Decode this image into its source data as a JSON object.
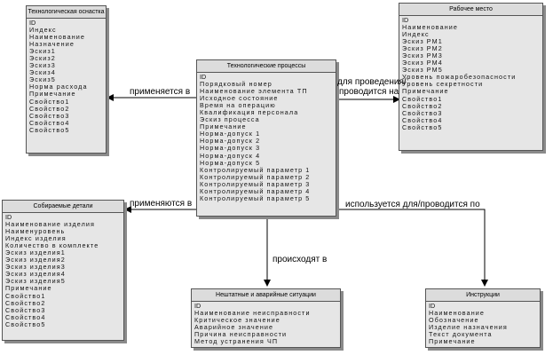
{
  "entities": {
    "tech_osnastka": {
      "title": "Технологическая оснастка",
      "rows": [
        "ID",
        "Индекс",
        "Наименование",
        "Назначение",
        "Эскиз1",
        "Эскиз2",
        "Эскиз3",
        "Эскиз4",
        "Эскиз5",
        "Норма расхода",
        "Примечание",
        "Свойство1",
        "Свойство2",
        "Свойство3",
        "Свойство4",
        "Свойство5"
      ]
    },
    "rabochee_mesto": {
      "title": "Рабочее место",
      "rows": [
        "ID",
        "Наименование",
        "Индекс",
        "Эскиз РМ1",
        "Эскиз РМ2",
        "Эскиз РМ3",
        "Эскиз РМ4",
        "Эскиз РМ5",
        "Уровень пожаробезопасности",
        "Уровень секретности",
        "Примечание",
        "Свойство1",
        "Свойство2",
        "Свойство3",
        "Свойство4",
        "Свойство5"
      ]
    },
    "tech_processy": {
      "title": "Технологические процессы",
      "rows": [
        "ID",
        "Порядковый номер",
        "Наименование элемента ТП",
        "Исходное состояние",
        "Время на операцию",
        "Квалификация персонала",
        "Эскиз процесса",
        "Примечание",
        "Норма-допуск 1",
        "Норма-допуск 2",
        "Норма-допуск 3",
        "Норма-допуск 4",
        "Норма-допуск 5",
        "Контролируемый параметр 1",
        "Контролируемый параметр 2",
        "Контролируемый параметр 3",
        "Контролируемый параметр 4",
        "Контролируемый параметр 5"
      ]
    },
    "sobiraemye_detali": {
      "title": "Собираемые детали",
      "rows": [
        "ID",
        "Наименование изделия",
        "Наименуровень",
        "Индекс изделия",
        "Количество в комплекте",
        "Эскиз изделия1",
        "Эскиз изделия2",
        "Эскиз изделия3",
        "Эскиз изделия4",
        "Эскиз изделия5",
        "Примечание",
        "Свойство1",
        "Свойство2",
        "Свойство3",
        "Свойство4",
        "Свойство5"
      ]
    },
    "neshtatnye": {
      "title": "Нештатные и аварийные ситуации",
      "rows": [
        "ID",
        "Наименование неисправности",
        "Критическое значение",
        "Аварийное значение",
        "Причина неисправности",
        "Метод устранения ЧП"
      ]
    },
    "instrukcii": {
      "title": "Инструкции",
      "rows": [
        "ID",
        "Наименование",
        "Обозначение",
        "Изделие назначения",
        "Текст документа",
        "Примечание"
      ]
    }
  },
  "relations": {
    "primenyaetsya_v": "применяется в",
    "dlya_provedeniya_1": "для проведения/",
    "dlya_provedeniya_2": "проводится на",
    "primenyayutsya_v": "применяются в",
    "ispolzuetsya": "используется для/проводится по",
    "proiskhodyat_v": "происходят в"
  }
}
